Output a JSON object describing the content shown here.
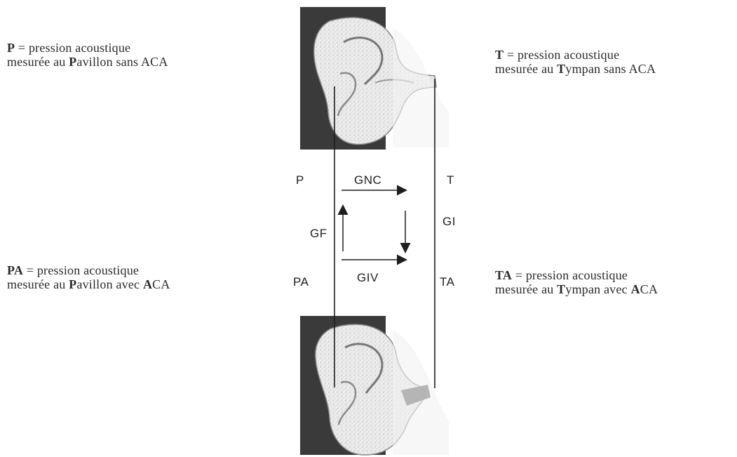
{
  "definitions": {
    "p": {
      "symbol": "P",
      "eq": "=",
      "text1": "pression acoustique",
      "text2a": "mesurée au ",
      "text2b": "P",
      "text2c": "avillon sans ACA"
    },
    "t": {
      "symbol": "T",
      "eq": "=",
      "text1": "pression acoustique",
      "text2a": "mesurée au ",
      "text2b": "T",
      "text2c": "ympan sans ACA"
    },
    "pa": {
      "symbol": "PA",
      "eq": "=",
      "text1": "pression acoustique",
      "text2a": "mesurée au ",
      "text2b": "P",
      "text2c": "avillon avec ",
      "text2d": "A",
      "text2e": "CA"
    },
    "ta": {
      "symbol": "TA",
      "eq": "=",
      "text1": "pression acoustique",
      "text2a": "mesurée au ",
      "text2b": "T",
      "text2c": "ympan avec ",
      "text2d": "A",
      "text2e": "CA"
    }
  },
  "diagram_labels": {
    "p": "P",
    "gnc": "GNC",
    "t": "T",
    "gf": "GF",
    "gi": "GI",
    "pa": "PA",
    "giv": "GIV",
    "ta": "TA"
  },
  "colors": {
    "ink": "#1e1e1e",
    "ear_fill": "#e3e3e3",
    "ear_shadow": "#3a3a3a"
  }
}
